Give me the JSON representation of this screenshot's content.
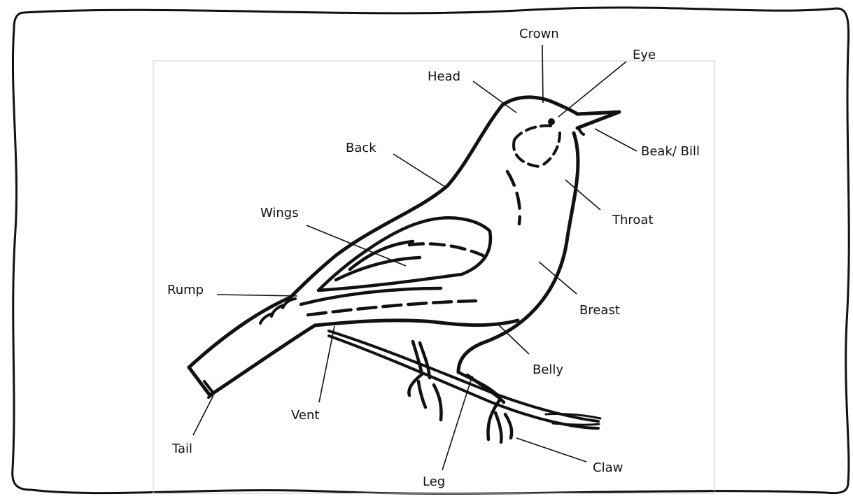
{
  "diagram": {
    "labels": {
      "crown": "Crown",
      "eye": "Eye",
      "head": "Head",
      "beak": "Beak/ Bill",
      "back": "Back",
      "throat": "Throat",
      "wings": "Wings",
      "rump": "Rump",
      "breast": "Breast",
      "belly": "Belly",
      "vent": "Vent",
      "tail": "Tail",
      "leg": "Leg",
      "claw": "Claw"
    }
  }
}
